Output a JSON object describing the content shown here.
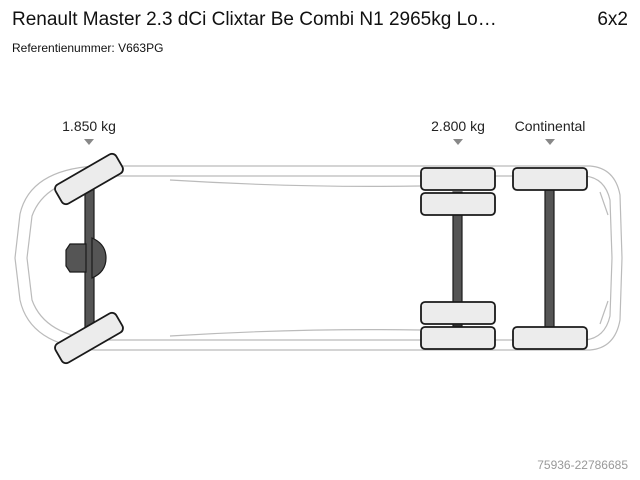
{
  "header": {
    "title": "Renault Master 2.3 dCi Clixtar Be Combi N1 2965kg Lo…",
    "axle_config": "6x2"
  },
  "reference": {
    "label": "Referentienummer:",
    "value": "V663PG"
  },
  "axles": [
    {
      "label": "1.850 kg"
    },
    {
      "label": "2.800 kg"
    },
    {
      "label": "Continental"
    }
  ],
  "footer": {
    "listing_id": "75936-22786685"
  },
  "colors": {
    "outline": "#1a1a1a",
    "tire_fill": "#ececec",
    "axle_fill": "#555555",
    "body_stroke": "#bbbbbb",
    "arrow": "#888888",
    "footer_text": "#999999"
  }
}
